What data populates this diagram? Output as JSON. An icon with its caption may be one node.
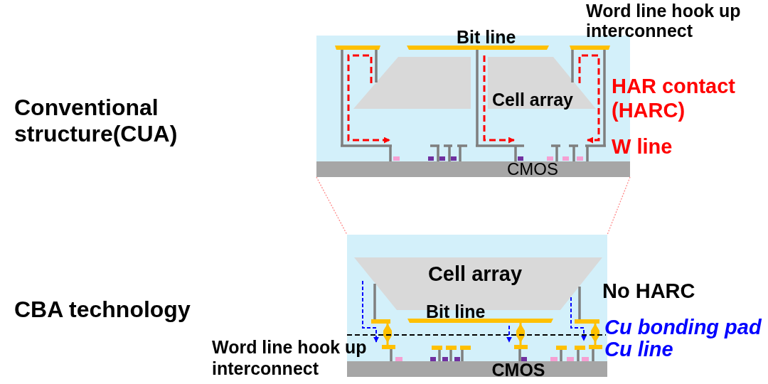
{
  "diagram": {
    "nodes": [
      {
        "text": [],
        "shape": "box"
      },
      {
        "text": [
          "Cell array"
        ],
        "in": 0
      },
      {
        "text": [
          "CMOS"
        ],
        "in": 0
      },
      {
        "text": [],
        "shape": "box"
      },
      {
        "text": [
          "Cell array"
        ],
        "in": 3
      },
      {
        "text": [
          "CMOS"
        ],
        "in": 3
      }
    ],
    "edges": [
      {
        "from": 0,
        "to": 3,
        "arrow": "none",
        "style": "dashed",
        "color": "#ff8a8a"
      },
      {
        "from": 0,
        "to": 3,
        "arrow": "none",
        "style": "dashed",
        "color": "#ff8a8a"
      }
    ],
    "labels": [
      "Word line hook up interconnect",
      "Bit line",
      "Conventional structure(CUA)",
      "HAR contact (HARC)",
      "W line",
      "No HARC",
      "CBA technology",
      "Bit line",
      "Cu bonding pad",
      "Word line hook up interconnect",
      "Cu line"
    ]
  }
}
